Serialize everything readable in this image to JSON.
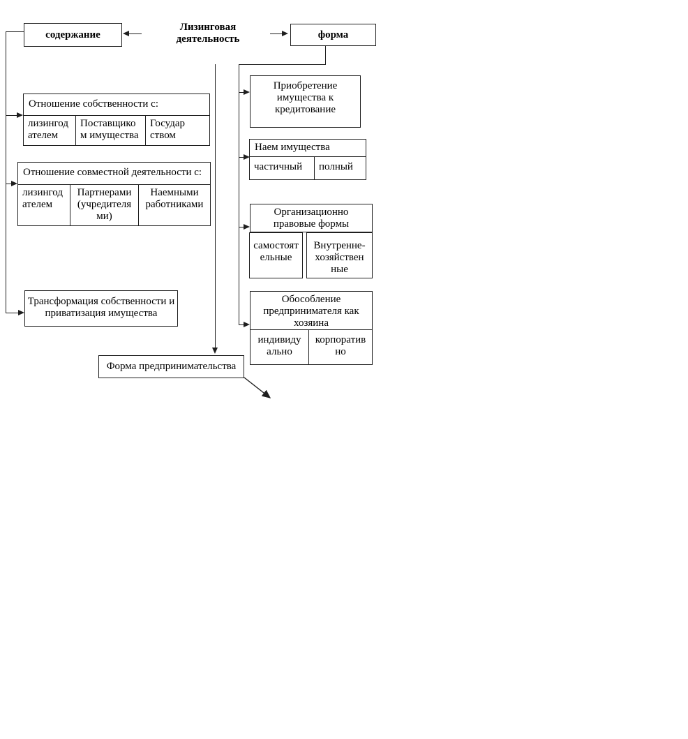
{
  "colors": {
    "line": "#1f1f1f",
    "background": "#ffffff"
  },
  "root": {
    "title": "Лизинговая\nдеятельность"
  },
  "top": {
    "content_label": "содержание",
    "form_label": "форма"
  },
  "left_column": {
    "blocks": [
      {
        "header": "Отношение собственности с:",
        "cells": [
          "лизингод\nателем",
          "Поставщико\nм имущества",
          "Государ\nством"
        ]
      },
      {
        "header": "Отношение совместной деятельности с:",
        "cells": [
          "лизингод\nателем",
          "Партнерами\n(учредителя\nми)",
          "Наемными\nработниками"
        ]
      }
    ],
    "transform_box": "Трансформация собственности и\nприватизация имущества"
  },
  "right_column": {
    "blocks": [
      {
        "header": "Приобретение\nимущества к\nкредитование",
        "cells": []
      },
      {
        "header": "Наем имущества",
        "cells": [
          "частичный",
          "полный"
        ]
      },
      {
        "header": "Организационно\nправовые формы",
        "cells": [
          "самостоят\nельные",
          "Внутренне-\nхозяйствен\nные"
        ]
      },
      {
        "header": "Обособление\nпредпринимателя как\nхозяина",
        "cells": [
          "индивиду\nально",
          "корпоратив\nно"
        ]
      }
    ]
  },
  "bottom": {
    "form_entrepreneurship": "Форма предпринимательства"
  }
}
